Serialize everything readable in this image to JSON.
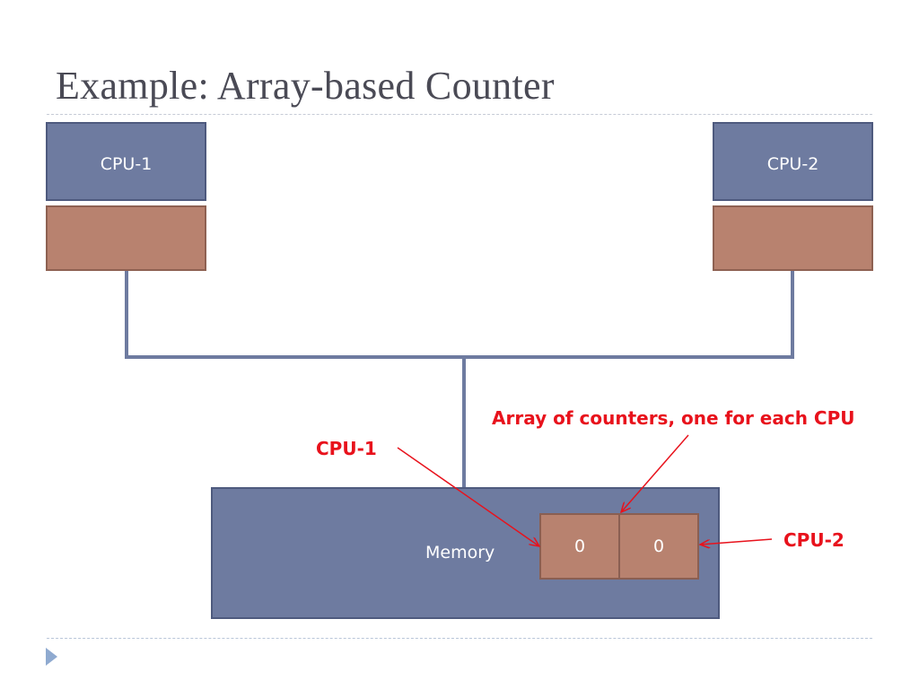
{
  "slide": {
    "title": "Example: Array-based Counter"
  },
  "diagram": {
    "cpus": [
      {
        "label": "CPU-1"
      },
      {
        "label": "CPU-2"
      }
    ],
    "memory": {
      "label": "Memory",
      "counter_array": [
        "0",
        "0"
      ]
    },
    "annotations": {
      "array_note": "Array of counters, one for each CPU",
      "cpu1_pointer": "CPU-1",
      "cpu2_pointer": "CPU-2"
    },
    "colors": {
      "cpu_fill": "#6e7ba0",
      "cache_fill": "#b8826f",
      "bus": "#6e7ba0",
      "annotation": "#e8121c",
      "title_text": "#4a4a55"
    }
  }
}
